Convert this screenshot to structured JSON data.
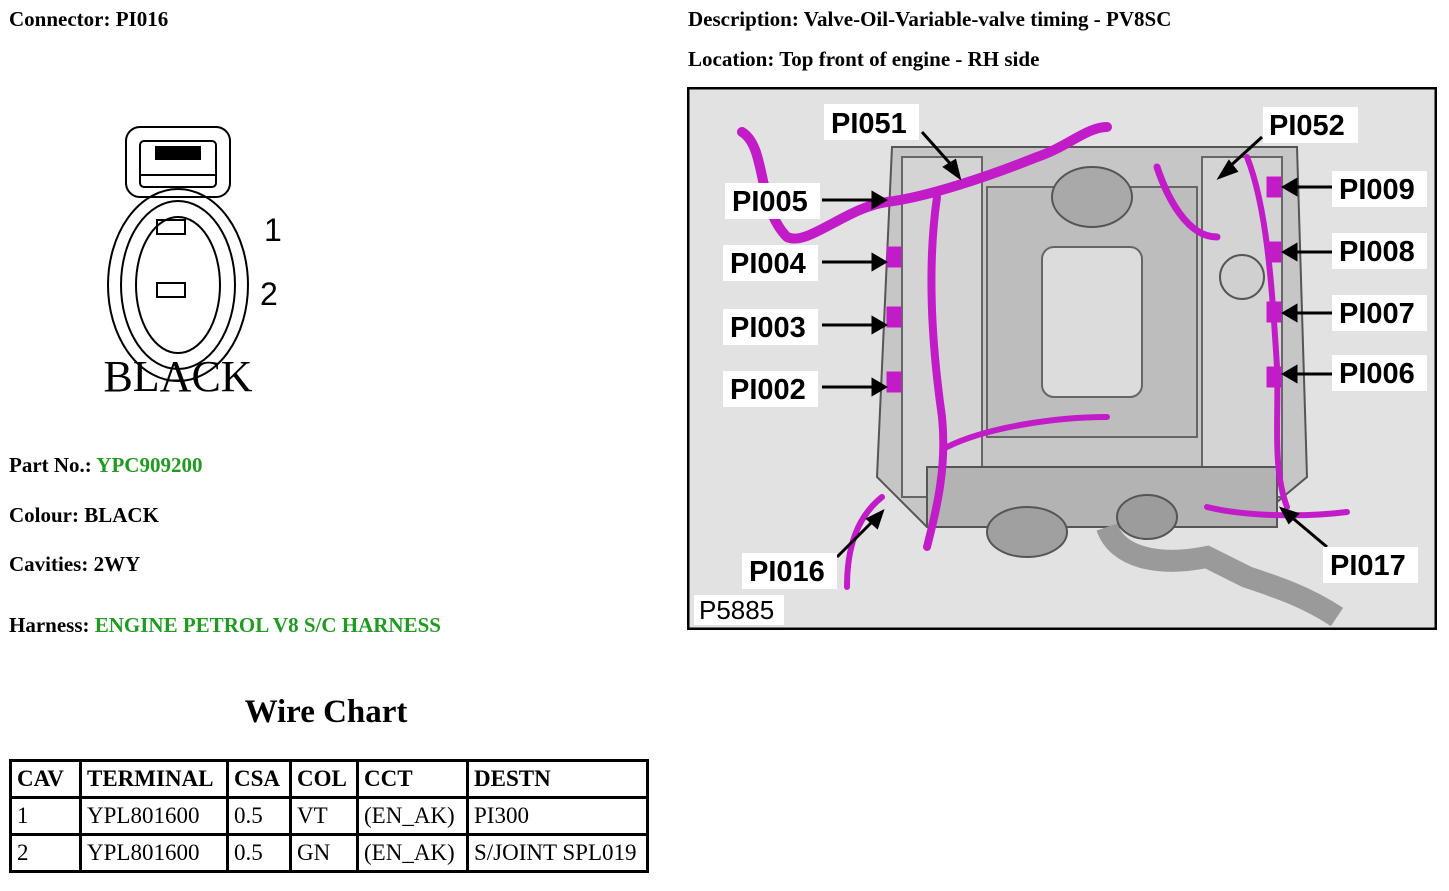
{
  "connector": {
    "label": "Connector:",
    "value": "PI016"
  },
  "description": {
    "label": "Description:",
    "value": "Valve-Oil-Variable-valve timing - PV8SC"
  },
  "location": {
    "label": "Location:",
    "value": "Top front of engine - RH side"
  },
  "connector_face": {
    "pins": [
      "1",
      "2"
    ],
    "colour_text": "BLACK"
  },
  "part_no": {
    "label": "Part No.:",
    "value": "YPC909200"
  },
  "colour": {
    "label": "Colour:",
    "value": "BLACK"
  },
  "cavities": {
    "label": "Cavities:",
    "value": "2WY"
  },
  "harness": {
    "label": "Harness:",
    "value": "ENGINE PETROL V8 S/C HARNESS"
  },
  "accent_color": "#1f9b1f",
  "harness_color": "#c21cc8",
  "wire_chart": {
    "title": "Wire Chart",
    "headers": [
      "CAV",
      "TERMINAL",
      "CSA",
      "COL",
      "CCT",
      "DESTN"
    ],
    "rows": [
      [
        "1",
        "YPL801600",
        "0.5",
        "VT",
        "(EN_AK)",
        "PI300"
      ],
      [
        "2",
        "YPL801600",
        "0.5",
        "GN",
        "(EN_AK)",
        "S/JOINT SPL019"
      ]
    ]
  },
  "figure": {
    "code": "P5885",
    "callouts": [
      "PI051",
      "PI052",
      "PI005",
      "PI009",
      "PI004",
      "PI008",
      "PI003",
      "PI007",
      "PI002",
      "PI006",
      "PI016",
      "PI017"
    ]
  }
}
